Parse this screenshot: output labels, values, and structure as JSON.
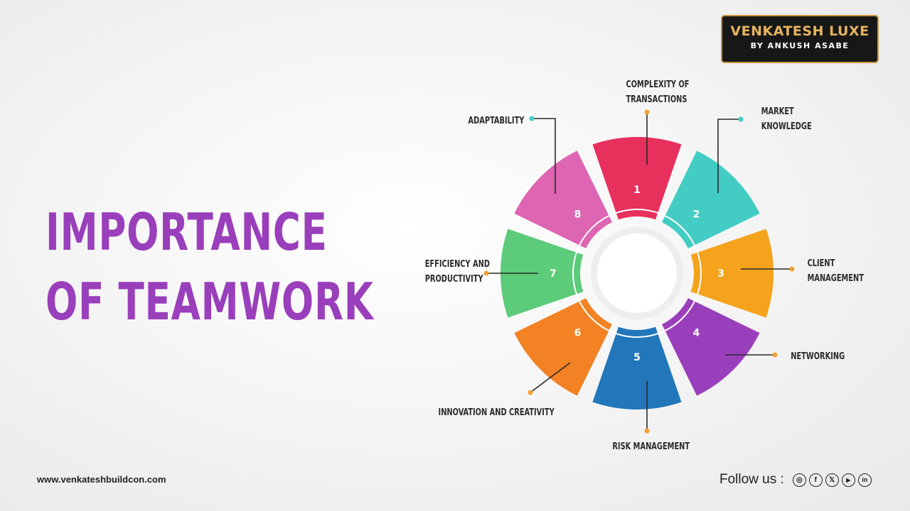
{
  "title": {
    "line1": "IMPORTANCE",
    "line2": "OF TEAMWORK"
  },
  "logo": {
    "name": "VENKATESH LUXE",
    "tagline": "BY ANKUSH ASABE"
  },
  "segments": [
    {
      "number": "1",
      "label_lines": [
        "COMPLEXITY OF",
        "TRANSACTIONS"
      ],
      "color": "#e8305d",
      "dot_color": "#f2a033"
    },
    {
      "number": "2",
      "label_lines": [
        "MARKET",
        "KNOWLEDGE"
      ],
      "color": "#43ccc4",
      "dot_color": "#43ccc4"
    },
    {
      "number": "3",
      "label_lines": [
        "CLIENT",
        "MANAGEMENT"
      ],
      "color": "#f5a31d",
      "dot_color": "#f2a033"
    },
    {
      "number": "4",
      "label_lines": [
        "NETWORKING"
      ],
      "color": "#9a3fbb",
      "dot_color": "#f2a033"
    },
    {
      "number": "5",
      "label_lines": [
        "RISK MANAGEMENT"
      ],
      "color": "#2277bb",
      "dot_color": "#f2a033"
    },
    {
      "number": "6",
      "label_lines": [
        "INNOVATION AND CREATIVITY"
      ],
      "color": "#f28224",
      "dot_color": "#f2a033"
    },
    {
      "number": "7",
      "label_lines": [
        "EFFICIENCY AND",
        "PRODUCTIVITY"
      ],
      "color": "#5ccc7a",
      "dot_color": "#f2a033"
    },
    {
      "number": "8",
      "label_lines": [
        "ADAPTABILITY"
      ],
      "color": "#dd65b2",
      "dot_color": "#43ccc4"
    }
  ],
  "footer": {
    "website": "www.venkateshbuildcon.com",
    "follow_label": "Follow us :",
    "social": [
      {
        "icon": "instagram-icon",
        "glyph": "◎"
      },
      {
        "icon": "facebook-icon",
        "glyph": "f"
      },
      {
        "icon": "x-icon",
        "glyph": "𝕏"
      },
      {
        "icon": "youtube-icon",
        "glyph": "▶"
      },
      {
        "icon": "linkedin-icon",
        "glyph": "in"
      }
    ]
  }
}
